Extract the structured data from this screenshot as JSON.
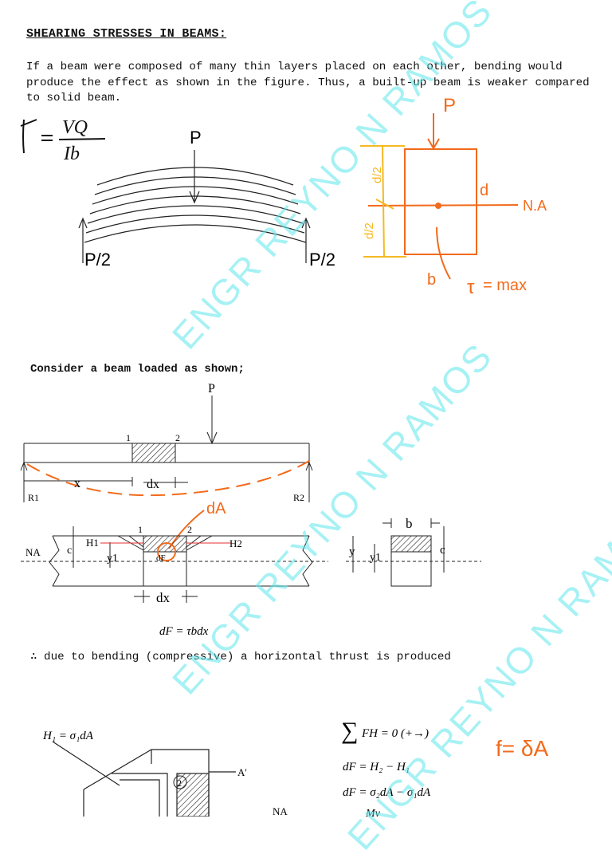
{
  "doc": {
    "title": "SHEARING STRESSES IN BEAMS:",
    "intro": "If a beam were composed of many thin layers placed on each other, bending would produce the effect as shown in the figure. Thus, a built-up beam is weaker compared to solid beam.",
    "consider": "Consider a beam loaded as shown;",
    "therefore": "∴ due to bending (compressive) a horizontal thrust is produced"
  },
  "watermark": "ENGR REYNO N RAMOS",
  "figure1": {
    "load": "P",
    "left_reaction": "P/2",
    "right_reaction": "P/2"
  },
  "handwritten": {
    "formula_num": "VQ",
    "formula_den": "Ib",
    "load": "P",
    "half_depth": "d/2",
    "depth": "d",
    "neutral_axis": "N.A",
    "width": "b",
    "tau_max": "= max",
    "dA": "dA",
    "f_eq": "f= δA"
  },
  "figure2": {
    "load": "P",
    "sec1": "1",
    "sec2": "2",
    "x": "x",
    "dx": "dx",
    "r1": "R1",
    "r2": "R2"
  },
  "figure3": {
    "na": "NA",
    "h1": "H1",
    "h2": "H2",
    "c": "c",
    "y1": "y1",
    "dF": "dF",
    "dx": "dx",
    "sec1": "1",
    "sec2": "2"
  },
  "figure4": {
    "b": "b",
    "y": "y",
    "y1": "y1",
    "c": "c"
  },
  "eq_dF": "dF = τbdx",
  "figure5": {
    "h1_eq": "H₁ = σ₁dA",
    "a_prime": "A'",
    "circle2": "2",
    "na": "NA"
  },
  "equations": {
    "sum_fh": "FH = 0  (+→)",
    "dF1": "dF = H₂ − H₁",
    "dF2": "dF = σ₂dA − σ₁dA",
    "my": "My"
  }
}
